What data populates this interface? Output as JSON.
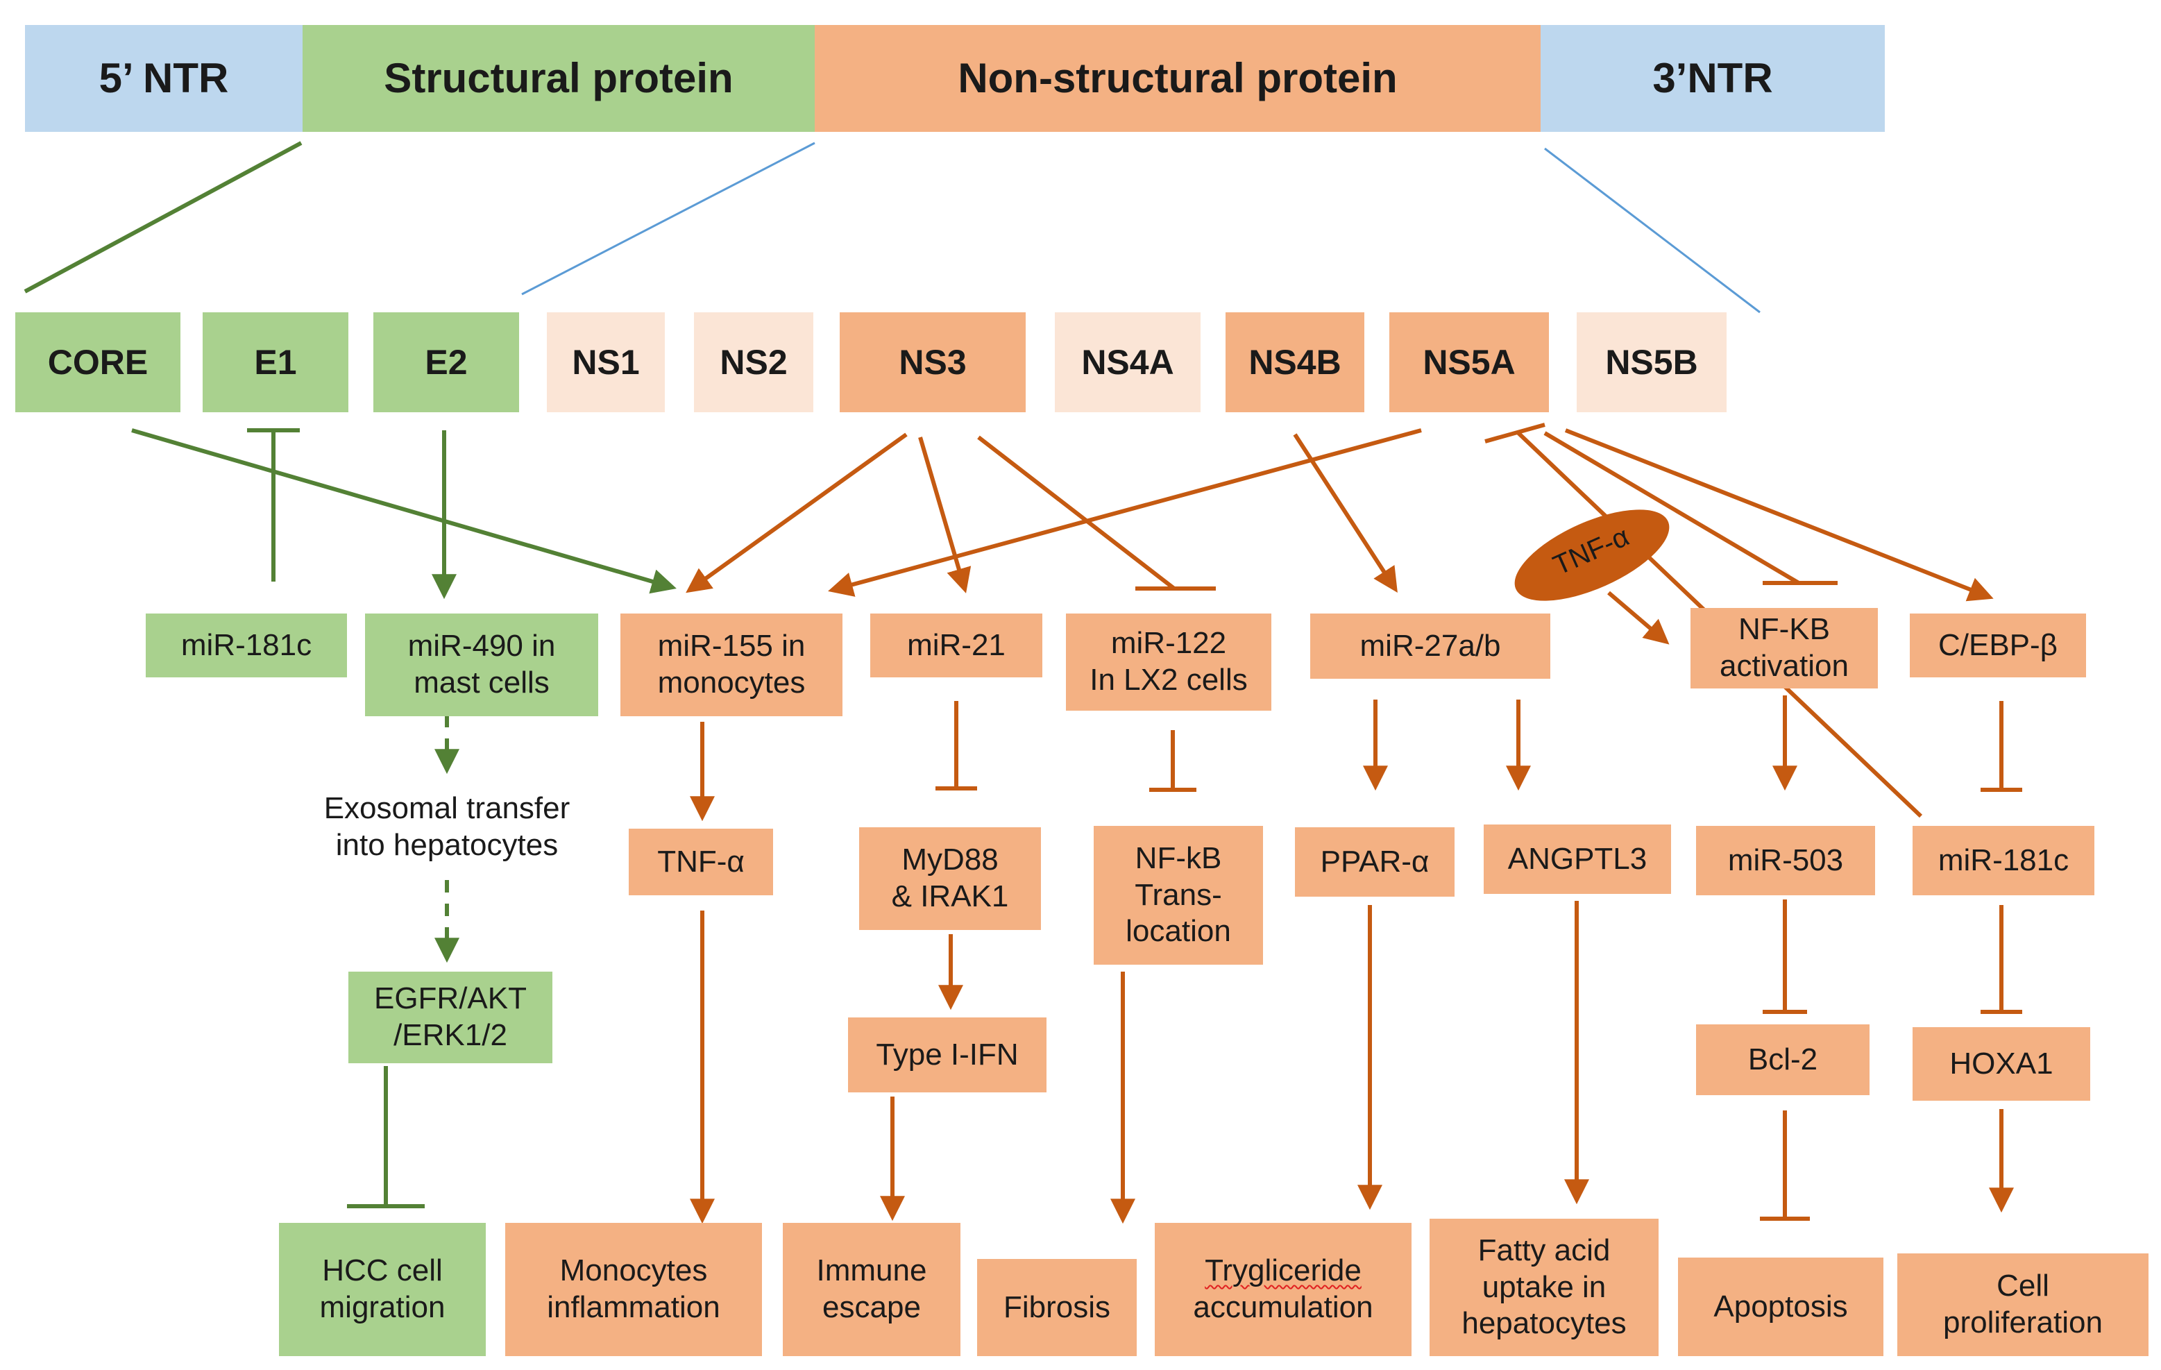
{
  "colors": {
    "green": "#a9d18e",
    "blue": "#bdd7ee",
    "orange": "#f4b183",
    "pale_orange": "#fbe5d6",
    "green_line": "#538135",
    "orange_line": "#c55a11",
    "blue_line": "#5b9bd5",
    "ellipse": "#c55a11"
  },
  "genome": {
    "ntr5": "5’ NTR",
    "structural": "Structural protein",
    "nonstructural": "Non-structural protein",
    "ntr3": "3’NTR"
  },
  "proteins": {
    "core": "CORE",
    "e1": "E1",
    "e2": "E2",
    "ns1": "NS1",
    "ns2": "NS2",
    "ns3": "NS3",
    "ns4a": "NS4A",
    "ns4b": "NS4B",
    "ns5a": "NS5A",
    "ns5b": "NS5B"
  },
  "mirnas": {
    "mir181c_top": "miR-181c",
    "mir490": [
      "miR-490 in",
      "mast cells"
    ],
    "mir155": [
      "miR-155 in",
      "monocytes"
    ],
    "mir21": "miR-21",
    "mir122": [
      "miR-122",
      "In LX2 cells"
    ],
    "mir27": "miR-27a/b",
    "nfkb_activation": [
      "NF-KB",
      "activation"
    ],
    "cebp": "C/EBP-β"
  },
  "tnf_ellipse": "TNF-α",
  "exosomal": [
    "Exosomal transfer",
    "into hepatocytes"
  ],
  "middle": {
    "tnf": "TNF-α",
    "myd88": [
      "MyD88",
      "& IRAK1"
    ],
    "nfkb_trans": [
      "NF-kB",
      "Trans-",
      "location"
    ],
    "ppar": "PPAR-α",
    "angptl3": "ANGPTL3",
    "mir503": "miR-503",
    "mir181c_mid": "miR-181c",
    "egfr": [
      "EGFR/AKT",
      "/ERK1/2"
    ],
    "type1ifn": "Type I-IFN",
    "bcl2": "Bcl-2",
    "hoxa1": "HOXA1"
  },
  "outcomes": {
    "hcc": [
      "HCC cell",
      "migration"
    ],
    "monocytes": [
      "Monocytes",
      "inflammation"
    ],
    "immune": [
      "Immune",
      "escape"
    ],
    "fibrosis": "Fibrosis",
    "tryg": [
      "Trygliceride",
      "accumulation"
    ],
    "fatty": [
      "Fatty acid",
      "uptake in",
      "hepatocytes"
    ],
    "apoptosis": "Apoptosis",
    "cellprolif": [
      "Cell",
      "proliferation"
    ]
  }
}
